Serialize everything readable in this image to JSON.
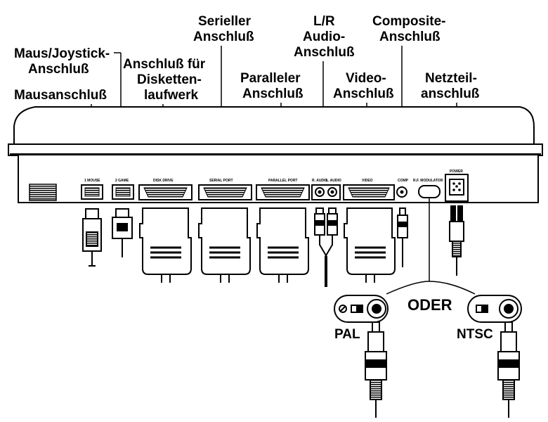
{
  "labels": {
    "mouse_joystick": [
      "Maus/Joystick-",
      "Anschluß"
    ],
    "mouse": [
      "Mausanschluß"
    ],
    "disk": [
      "Anschluß  für",
      "Disketten-",
      "laufwerk"
    ],
    "serial": [
      "Serieller",
      "Anschluß"
    ],
    "parallel": [
      "Paralleler",
      "Anschluß"
    ],
    "audio": [
      "L/R",
      "Audio-",
      "Anschluß"
    ],
    "video": [
      "Video-",
      "Anschluß"
    ],
    "composite": [
      "Composite-",
      "Anschluß"
    ],
    "power": [
      "Netzteil-",
      "anschluß"
    ]
  },
  "port_labels": {
    "mouse": "1 MOUSE",
    "game": "2 GAME",
    "disk": "DISK DRIVE",
    "serial": "SERIAL PORT",
    "parallel": "PARALLEL PORT",
    "r_audio": "R. AUDIO",
    "l_audio": "L. AUDIO",
    "video": "VIDEO",
    "comp": "COMP",
    "rf": "R.F. MODULATOR",
    "power": "POWER"
  },
  "modulator": {
    "or": "ODER",
    "pal": "PAL",
    "ntsc": "NTSC"
  }
}
